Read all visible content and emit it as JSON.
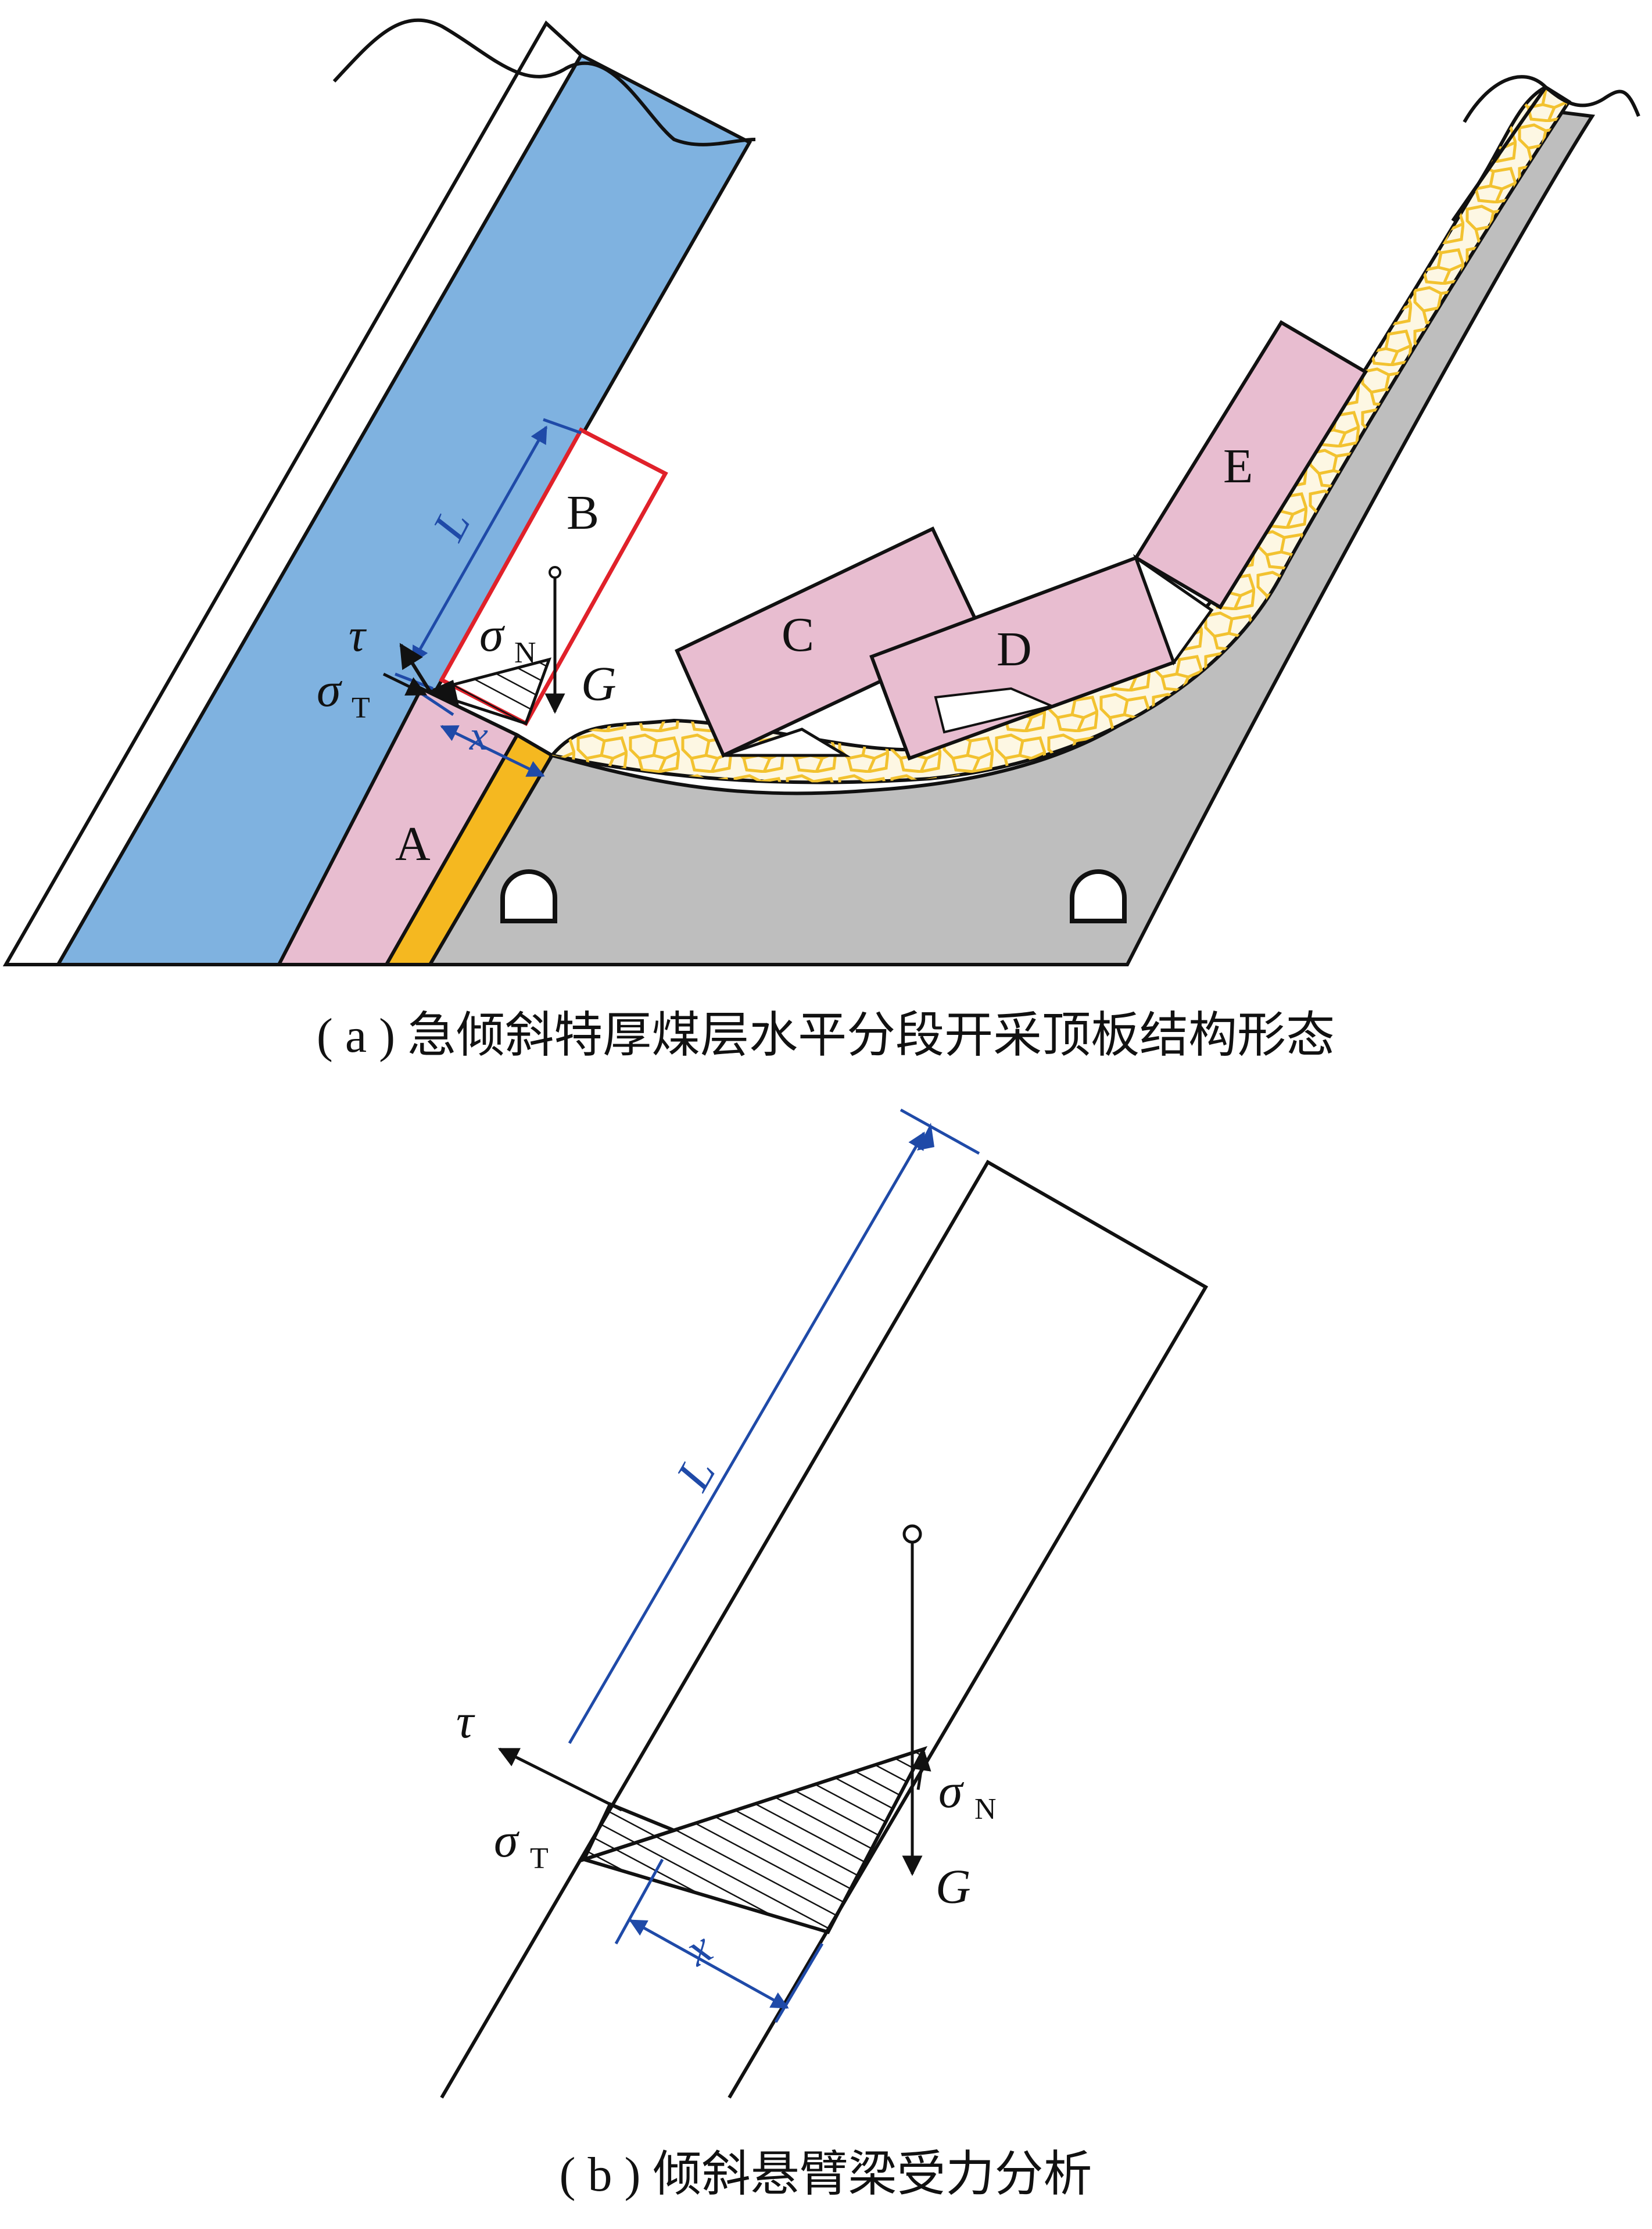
{
  "colors": {
    "roof_blue": "#7fb2e0",
    "block_pink": "#e8bdd0",
    "coal_yellow": "#f5b820",
    "floor_gray": "#bebebe",
    "gangue_yellow": "#f2c230",
    "gangue_fill": "#fdf7e3",
    "outline_red": "#e0212a",
    "dimension_blue": "#1f4aa8",
    "line_black": "#111111"
  },
  "panel_a": {
    "caption": "( a ) 急倾斜特厚煤层水平分段开采顶板结构形态",
    "blocks": {
      "a": "A",
      "b": "B",
      "c": "C",
      "d": "D",
      "e": "E"
    },
    "labels": {
      "L": "L",
      "x": "x",
      "tau": "τ",
      "sigma_t": "σ",
      "sigma_t_sub": "T",
      "sigma_n": "σ",
      "sigma_n_sub": "N",
      "G": "G"
    }
  },
  "panel_b": {
    "caption": "( b ) 倾斜悬臂梁受力分析",
    "labels": {
      "L": "L",
      "x": "x",
      "tau": "τ",
      "sigma_t": "σ",
      "sigma_t_sub": "T",
      "sigma_n": "σ",
      "sigma_n_sub": "N",
      "G": "G"
    }
  },
  "icons": {
    "roadway": "roadway-arch-icon",
    "pivot": "pivot-circle-icon"
  }
}
